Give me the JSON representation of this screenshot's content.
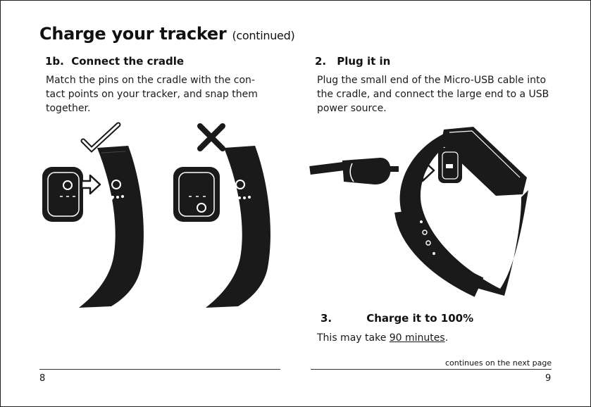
{
  "title": {
    "main": "Charge your tracker",
    "suffix": "(continued)"
  },
  "left": {
    "step_number": "1b.",
    "step_title": "Connect the cradle",
    "instruction_lines": [
      "Match the pins on the cradle with the con-",
      "tact points on your tracker, and snap them",
      "together."
    ],
    "correct_icon": "checkmark-icon",
    "incorrect_icon": "x-mark-icon"
  },
  "right": {
    "step2_number": "2.",
    "step2_title": "Plug it in",
    "step2_lines": [
      "Plug the small end of the Micro-USB cable into",
      "the cradle, and connect the large end to a USB",
      "power source."
    ],
    "step3_number": "3.",
    "step3_title": "Charge it to 100%",
    "step3_prefix": "This may take ",
    "step3_link": "90 minutes",
    "step3_suffix": "."
  },
  "footer": {
    "continues": "continues on the next page",
    "left_page": "8",
    "right_page": "9"
  }
}
